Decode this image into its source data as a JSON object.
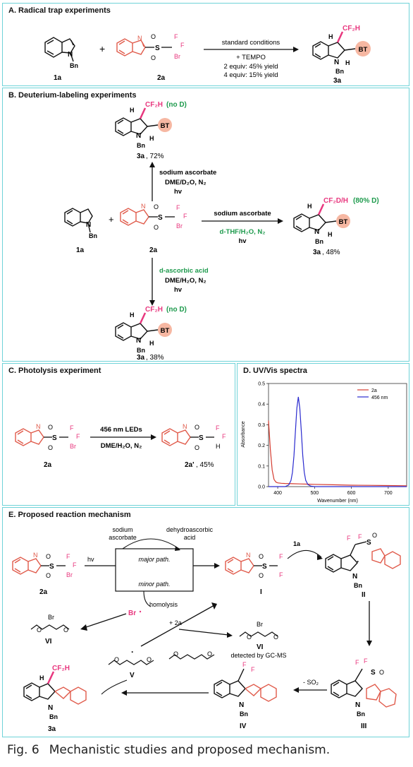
{
  "colors": {
    "border": "#6fd3d8",
    "pink": "#e8377e",
    "green": "#1d9a4c",
    "salmon": "#f08a6b",
    "bt_red": "#e05a4a",
    "line_red": "#d43b2f",
    "line_blue": "#2a2acf"
  },
  "panelA": {
    "title": "A. Radical trap experiments",
    "conditions": [
      "standard conditions",
      "+ TEMPO",
      "2 equiv: 45% yield",
      "4 equiv: 15% yield"
    ],
    "labels": {
      "c1": "1a",
      "c2": "2a",
      "c3": "3a"
    },
    "plus": "+",
    "product_group": "CF₂H",
    "bt": "BT",
    "h": "H",
    "n": "N",
    "bn": "Bn"
  },
  "panelB": {
    "title": "B. Deuterium-labeling experiments",
    "top_product": {
      "group": "CF₂H",
      "note": "(no D)",
      "label": "3a",
      "yield": ", 72%"
    },
    "top_conditions": [
      "sodium ascorbate",
      "DME/D₂O, N₂",
      "hv"
    ],
    "right_product": {
      "group": "CF₂D/H",
      "note": "(80% D)",
      "label": "3a",
      "yield": ", 48%"
    },
    "right_conditions": [
      "sodium ascorbate",
      "d-THF/H₂O, N₂",
      "hv"
    ],
    "bottom_product": {
      "group": "CF₂H",
      "note": "(no D)",
      "label": "3a",
      "yield": ", 38%"
    },
    "bottom_conditions": [
      "d-ascorbic acid",
      "DME/H₂O, N₂",
      "hv"
    ],
    "sm_labels": {
      "c1": "1a",
      "c2": "2a"
    }
  },
  "panelC": {
    "title": "C. Photolysis experiment",
    "conditions": [
      "456 nm LEDs",
      "DME/H₂O, N₂"
    ],
    "label_sm": "2a",
    "label_prod": "2a'",
    "yield": ", 45%"
  },
  "panelD": {
    "title": "D. UV/Vis spectra",
    "chart_data": {
      "type": "line",
      "xlabel": "Wavenumber (nm)",
      "ylabel": "Absorbance",
      "xlim": [
        375,
        750
      ],
      "ylim": [
        0,
        0.5
      ],
      "xticks": [
        400,
        500,
        600,
        700
      ],
      "yticks": [
        0.0,
        0.1,
        0.2,
        0.3,
        0.4,
        0.5
      ],
      "legend_position": "top-right",
      "series": [
        {
          "name": "2a",
          "color": "#d43b2f",
          "x": [
            375,
            380,
            385,
            390,
            395,
            400,
            410,
            420,
            440,
            460,
            480,
            500,
            550,
            600,
            650,
            700,
            750
          ],
          "y": [
            0.32,
            0.18,
            0.08,
            0.035,
            0.022,
            0.018,
            0.016,
            0.015,
            0.014,
            0.013,
            0.012,
            0.011,
            0.009,
            0.007,
            0.006,
            0.005,
            0.004
          ]
        },
        {
          "name": "456 nm",
          "color": "#2a2acf",
          "x": [
            375,
            420,
            430,
            436,
            440,
            444,
            448,
            452,
            456,
            460,
            464,
            468,
            472,
            476,
            482,
            490,
            500,
            750
          ],
          "y": [
            0.0,
            0.0,
            0.008,
            0.03,
            0.07,
            0.15,
            0.27,
            0.38,
            0.435,
            0.38,
            0.27,
            0.15,
            0.07,
            0.03,
            0.01,
            0.002,
            0.0,
            0.0
          ]
        }
      ]
    }
  },
  "panelE": {
    "title": "E. Proposed reaction mechanism",
    "sodium_ascorbate": [
      "sodium",
      "ascorbate"
    ],
    "dehydro": [
      "dehydroascorbic",
      "acid"
    ],
    "hv": "hv",
    "major": "major path.",
    "minor": "minor path.",
    "homolysis": "homolysis",
    "br_radical": "Br",
    "plus_2a": "+ 2a",
    "so2": "- SO₂",
    "gcms": "detected by GC-MS",
    "label_1a": "1a",
    "labels": {
      "sm": "2a",
      "I": "I",
      "II": "II",
      "III": "III",
      "IV": "IV",
      "V": "V",
      "VI": "VI",
      "VI_b": "VI",
      "prod": "3a"
    },
    "br": "Br",
    "o": "O",
    "s": "S",
    "f": "F",
    "cf2h": "CF₂H"
  },
  "caption": {
    "label": "Fig. 6",
    "text": "Mechanistic studies and proposed mechanism."
  }
}
